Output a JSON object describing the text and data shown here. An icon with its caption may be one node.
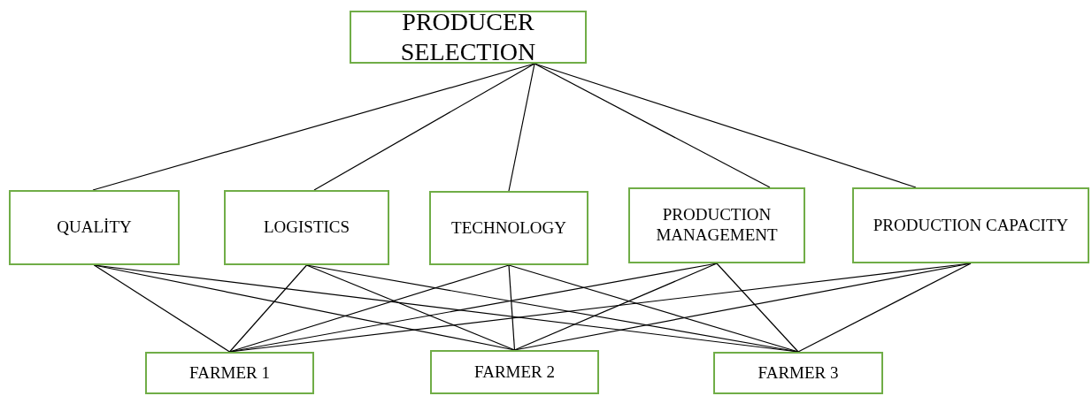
{
  "diagram": {
    "nodes": [
      {
        "text": [
          "PRODUCER SELECTION"
        ]
      },
      {
        "text": [
          "QUALİTY"
        ]
      },
      {
        "text": [
          "LOGISTICS"
        ]
      },
      {
        "text": [
          "TECHNOLOGY"
        ]
      },
      {
        "text": [
          "PRODUCTION MANAGEMENT"
        ]
      },
      {
        "text": [
          "PRODUCTION CAPACITY"
        ]
      },
      {
        "text": [
          "FARMER 1"
        ]
      },
      {
        "text": [
          "FARMER 2"
        ]
      },
      {
        "text": [
          "FARMER 3"
        ]
      }
    ],
    "edges": [
      {
        "from": 0,
        "to": 1,
        "arrow": "none"
      },
      {
        "from": 0,
        "to": 2,
        "arrow": "none"
      },
      {
        "from": 0,
        "to": 3,
        "arrow": "none"
      },
      {
        "from": 0,
        "to": 4,
        "arrow": "none"
      },
      {
        "from": 0,
        "to": 5,
        "arrow": "none"
      },
      {
        "from": 1,
        "to": 6,
        "arrow": "none"
      },
      {
        "from": 1,
        "to": 7,
        "arrow": "none"
      },
      {
        "from": 1,
        "to": 8,
        "arrow": "none"
      },
      {
        "from": 2,
        "to": 6,
        "arrow": "none"
      },
      {
        "from": 2,
        "to": 7,
        "arrow": "none"
      },
      {
        "from": 2,
        "to": 8,
        "arrow": "none"
      },
      {
        "from": 3,
        "to": 6,
        "arrow": "none"
      },
      {
        "from": 3,
        "to": 7,
        "arrow": "none"
      },
      {
        "from": 3,
        "to": 8,
        "arrow": "none"
      },
      {
        "from": 4,
        "to": 6,
        "arrow": "none"
      },
      {
        "from": 4,
        "to": 7,
        "arrow": "none"
      },
      {
        "from": 4,
        "to": 8,
        "arrow": "none"
      },
      {
        "from": 5,
        "to": 6,
        "arrow": "none"
      },
      {
        "from": 5,
        "to": 7,
        "arrow": "none"
      },
      {
        "from": 5,
        "to": 8,
        "arrow": "none"
      }
    ]
  }
}
